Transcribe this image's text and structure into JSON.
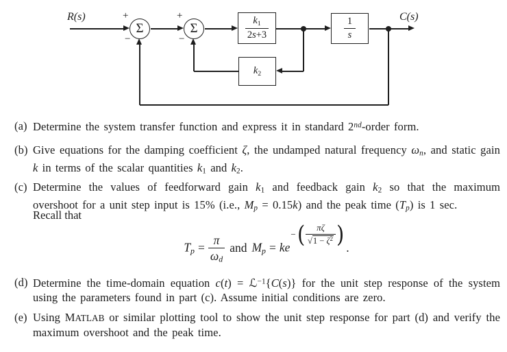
{
  "diagram": {
    "input_label": "R(s)",
    "output_label": "C(s)",
    "sum1": {
      "symbol": "Σ",
      "plus": "+",
      "minus": "−"
    },
    "sum2": {
      "symbol": "Σ",
      "plus": "+",
      "minus": "−"
    },
    "forward_block": {
      "num_base": "k",
      "num_sub": "1",
      "den_coeff": "2",
      "den_var": "s",
      "den_rest": "+3"
    },
    "integrator_block": {
      "num": "1",
      "den": "s"
    },
    "feedback_block": {
      "base": "k",
      "sub": "2"
    }
  },
  "problem": {
    "items": [
      {
        "label": "(a)",
        "segments": [
          {
            "t": "Determine the system transfer function and express it in standard 2"
          },
          {
            "t": "nd",
            "s": "sup-i"
          },
          {
            "t": "-order form."
          }
        ]
      },
      {
        "label": "(b)",
        "segments": [
          {
            "t": "Give equations for the damping coefficient "
          },
          {
            "t": "ζ",
            "s": "i"
          },
          {
            "t": ", the undamped natural frequency "
          },
          {
            "t": "ω",
            "s": "i"
          },
          {
            "t": "n",
            "s": "sub-i"
          },
          {
            "t": ", and static gain "
          },
          {
            "t": "k",
            "s": "i"
          },
          {
            "t": " in terms of the scalar quantities "
          },
          {
            "t": "k",
            "s": "i"
          },
          {
            "t": "1",
            "s": "sub"
          },
          {
            "t": " and "
          },
          {
            "t": "k",
            "s": "i"
          },
          {
            "t": "2",
            "s": "sub"
          },
          {
            "t": "."
          }
        ]
      },
      {
        "label": "(c)",
        "segments": [
          {
            "t": "Determine the values of feedforward gain "
          },
          {
            "t": "k",
            "s": "i"
          },
          {
            "t": "1",
            "s": "sub"
          },
          {
            "t": " and feedback gain "
          },
          {
            "t": "k",
            "s": "i"
          },
          {
            "t": "2",
            "s": "sub"
          },
          {
            "t": " so that the maximum overshoot for a unit step input is 15% (i.e., "
          },
          {
            "t": "M",
            "s": "i"
          },
          {
            "t": "p",
            "s": "sub-i"
          },
          {
            "t": " = 0.15"
          },
          {
            "t": "k",
            "s": "i"
          },
          {
            "t": ") and the peak time ("
          },
          {
            "t": "T",
            "s": "i"
          },
          {
            "t": "p",
            "s": "sub-i"
          },
          {
            "t": ") is 1 sec."
          }
        ]
      },
      {
        "label": "(d)",
        "segments": [
          {
            "t": "Determine the time-domain equation "
          },
          {
            "t": "c",
            "s": "i"
          },
          {
            "t": "("
          },
          {
            "t": "t",
            "s": "i"
          },
          {
            "t": ") = "
          },
          {
            "t": "ℒ"
          },
          {
            "t": "−1",
            "s": "sup"
          },
          {
            "t": "{"
          },
          {
            "t": "C",
            "s": "i"
          },
          {
            "t": "("
          },
          {
            "t": "s",
            "s": "i"
          },
          {
            "t": ")}"
          },
          {
            "t": " for the unit step response of the system using the parameters found in part (c). Assume initial conditions are zero."
          }
        ]
      },
      {
        "label": "(e)",
        "segments": [
          {
            "t": "Using M"
          },
          {
            "t": "ATLAB",
            "s": "sc"
          },
          {
            "t": " or similar plotting tool to show the unit step response for part (d) and verify the maximum overshoot and the peak time."
          }
        ]
      }
    ],
    "recall_line": "Recall that"
  },
  "equation": {
    "t_base": "T",
    "t_sub": "p",
    "eq": "=",
    "num1": "π",
    "den1_base": "ω",
    "den1_sub": "d",
    "and": "and",
    "m_base": "M",
    "m_sub": "p",
    "eq2": "=",
    "coeff": "ke",
    "exp_minus": "−",
    "paren_open": "(",
    "paren_close": ")",
    "exp_num": "πζ",
    "sqrt": "√",
    "exp_den_pre": "1 − ",
    "exp_den_var": "ζ",
    "exp_den_sup": "2",
    "period": "."
  }
}
